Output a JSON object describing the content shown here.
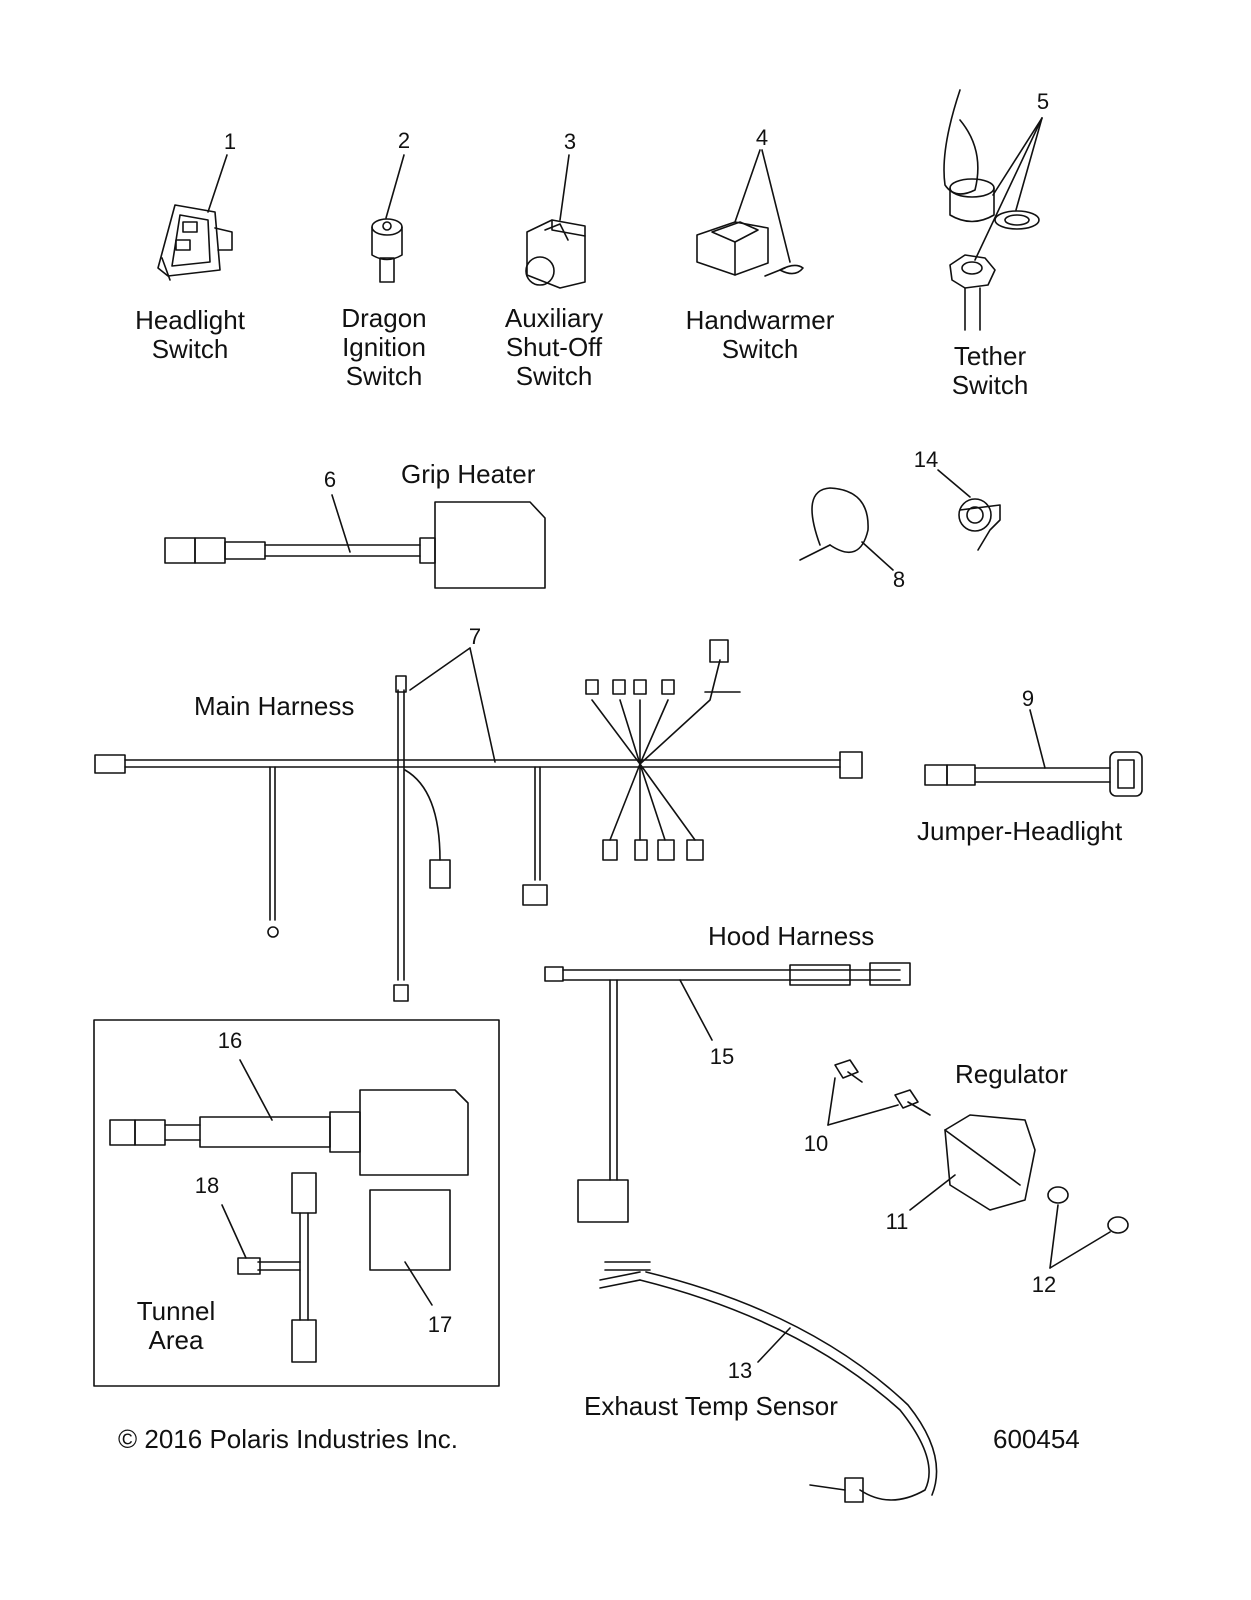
{
  "part_labels": {
    "headlight_switch": "Headlight\nSwitch",
    "dragon_ignition_switch": "Dragon\nIgnition\nSwitch",
    "auxiliary_shutoff_switch": "Auxiliary\nShut-Off\nSwitch",
    "handwarmer_switch": "Handwarmer\nSwitch",
    "tether_switch": "Tether\nSwitch",
    "grip_heater": "Grip Heater",
    "main_harness": "Main Harness",
    "jumper_headlight": "Jumper-Headlight",
    "hood_harness": "Hood Harness",
    "regulator": "Regulator",
    "tunnel_area": "Tunnel\nArea",
    "exhaust_temp_sensor": "Exhaust Temp Sensor"
  },
  "callouts": {
    "c1": "1",
    "c2": "2",
    "c3": "3",
    "c4": "4",
    "c5": "5",
    "c6": "6",
    "c7": "7",
    "c8": "8",
    "c9": "9",
    "c10": "10",
    "c11": "11",
    "c12": "12",
    "c13": "13",
    "c14": "14",
    "c15": "15",
    "c16": "16",
    "c17": "17",
    "c18": "18"
  },
  "footer": {
    "copyright": "© 2016 Polaris Industries Inc.",
    "figure_id": "600454"
  }
}
